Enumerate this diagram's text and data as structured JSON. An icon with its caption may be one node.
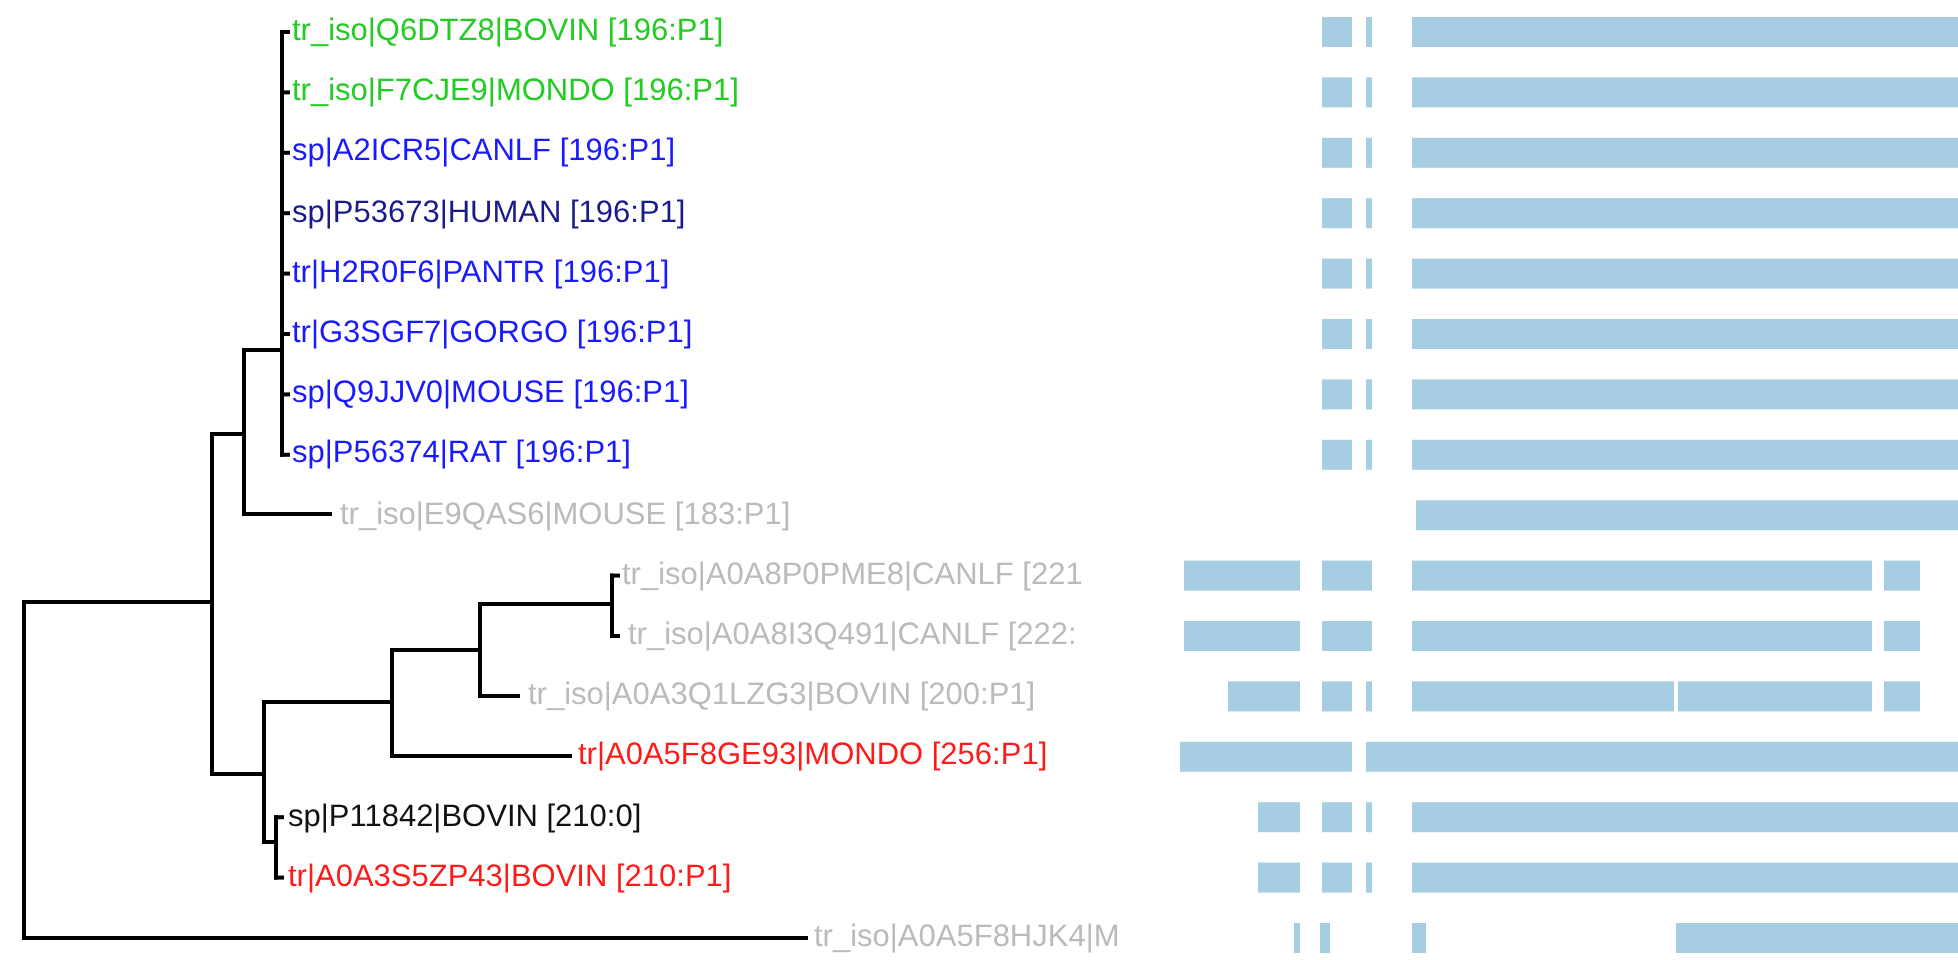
{
  "diagram": {
    "labels": [
      "tr_iso|Q6DTZ8|BOVIN [196:P1]",
      "tr_iso|F7CJE9|MONDO [196:P1]",
      "sp|A2ICR5|CANLF [196:P1]",
      "sp|P53673|HUMAN [196:P1]",
      "tr|H2R0F6|PANTR [196:P1]",
      "tr|G3SGF7|GORGO [196:P1]",
      "sp|Q9JJV0|MOUSE [196:P1]",
      "sp|P56374|RAT [196:P1]",
      "tr_iso|E9QAS6|MOUSE [183:P1]",
      "tr_iso|A0A8P0PME8|CANLF [221",
      "tr_iso|A0A8I3Q491|CANLF [222:",
      "tr_iso|A0A3Q1LZG3|BOVIN [200:P1]",
      "tr|A0A5F8GE93|MONDO [256:P1]",
      "sp|P11842|BOVIN [210:0]",
      "tr|A0A3S5ZP43|BOVIN [210:P1]",
      "tr_iso|A0A5F8HJK4|M"
    ]
  }
}
